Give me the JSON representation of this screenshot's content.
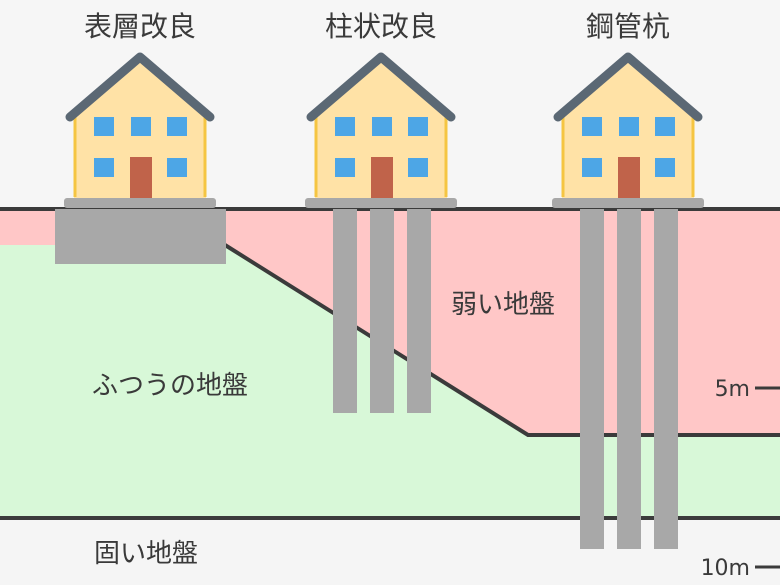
{
  "methods": [
    {
      "name": "表層改良"
    },
    {
      "name": "柱状改良"
    },
    {
      "name": "鋼管杭"
    }
  ],
  "layers": {
    "weak": "弱い地盤",
    "normal": "ふつうの地盤",
    "hard": "固い地盤"
  },
  "depth_markers": [
    "5m",
    "10m"
  ],
  "colors": {
    "weak_ground": "#ffc7c7",
    "normal_ground": "#d8f8d8",
    "hard_ground": "#f5f5f5",
    "pile": "#a8a8a8",
    "roof": "#5b6874",
    "wall": "#ffe2a6",
    "window": "#4da6e6",
    "door": "#c0634a"
  }
}
